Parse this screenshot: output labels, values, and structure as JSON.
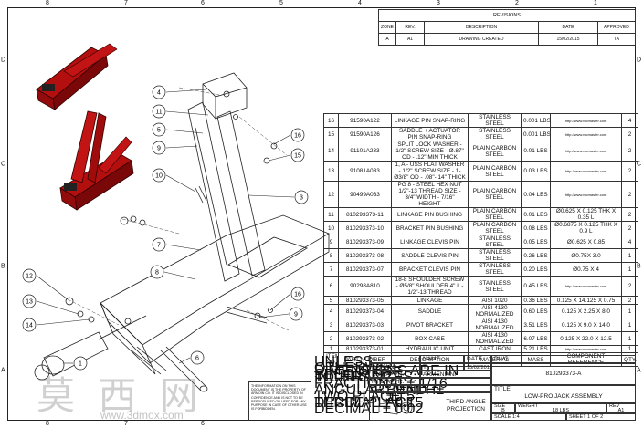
{
  "zones": {
    "top": [
      "8",
      "7",
      "6",
      "5",
      "4",
      "3",
      "2",
      "1"
    ],
    "side": [
      "D",
      "C",
      "B",
      "A"
    ]
  },
  "revisions": {
    "title": "REVISIONS",
    "headers": [
      "ZONE",
      "REV.",
      "DESCRIPTION",
      "DATE",
      "APPROVED"
    ],
    "row": [
      "A",
      "A1",
      "DRAWING CREATED",
      "15/02/2015",
      "TA"
    ]
  },
  "bom": [
    {
      "item": "16",
      "part": "91590A122",
      "desc": "LINKAGE PIN SNAP-RING",
      "mat": "STAINLESS STEEL",
      "mass": "0.001 LBS",
      "ref": "http://www.mcmaster.com",
      "qty": "4"
    },
    {
      "item": "15",
      "part": "91590A126",
      "desc": "SADDLE + ACTUATOR PIN SNAP-RING",
      "mat": "STAINLESS STEEL",
      "mass": "0.001 LBS",
      "ref": "http://www.mcmaster.com",
      "qty": "2"
    },
    {
      "item": "14",
      "part": "91101A233",
      "desc": "SPLIT LOCK WASHER - 1/2\" SCREW SIZE - Ø.87\" OD - .12\" MIN THICK",
      "mat": "PLAIN CARBON STEEL",
      "mass": "0.01 LBS",
      "ref": "http://www.mcmaster.com",
      "qty": "2"
    },
    {
      "item": "13",
      "part": "91081A033",
      "desc": "1, A - USS FLAT WASHER - 1/2\" SCREW SIZE - 1-Ø3/8\" OD - .08\"-.14\" THICK",
      "mat": "PLAIN CARBON STEEL",
      "mass": "0.03 LBS",
      "ref": "http://www.mcmaster.com",
      "qty": "2"
    },
    {
      "item": "12",
      "part": "90499A033",
      "desc": "PG 8 - STEEL HEX NUT 1/2\"-13 THREAD SIZE - 3/4\" WIDTH - 7/16\" HEIGHT",
      "mat": "PLAIN CARBON STEEL",
      "mass": "0.04 LBS",
      "ref": "http://www.mcmaster.com",
      "qty": "2"
    },
    {
      "item": "11",
      "part": "810293373-11",
      "desc": "LINKAGE PIN BUSHING",
      "mat": "PLAIN CARBON STEEL",
      "mass": "0.01 LBS",
      "ref": "Ø0.625 X 0.125 THK X 0.35 L",
      "qty": "2"
    },
    {
      "item": "10",
      "part": "810293373-10",
      "desc": "BRACKET PIN BUSHING",
      "mat": "PLAIN CARBON STEEL",
      "mass": "0.08 LBS",
      "ref": "Ø0.6875 X 0.125 THK X 0.9 L",
      "qty": "2"
    },
    {
      "item": "9",
      "part": "810293373-09",
      "desc": "LINKAGE CLEVIS PIN",
      "mat": "STAINLESS STEEL",
      "mass": "0.05 LBS",
      "ref": "Ø0.625 X 0.85",
      "qty": "4"
    },
    {
      "item": "8",
      "part": "810293373-08",
      "desc": "SADDLE CLEVIS PIN",
      "mat": "STAINLESS STEEL",
      "mass": "0.26 LBS",
      "ref": "Ø0.75X 3.0",
      "qty": "1"
    },
    {
      "item": "7",
      "part": "810293373-07",
      "desc": "BRACKET CLEVIS PIN",
      "mat": "STAINLESS STEEL",
      "mass": "0.20 LBS",
      "ref": "Ø0.75 X 4",
      "qty": "1"
    },
    {
      "item": "6",
      "part": "90298A810",
      "desc": "18-8 SHOULDER SCREW - Ø5/8\" SHOULDER 4\" L - 1/2\"-13 THREAD",
      "mat": "STAINLESS STEEL",
      "mass": "0.45 LBS",
      "ref": "http://www.mcmaster.com",
      "qty": "2"
    },
    {
      "item": "5",
      "part": "810293373-05",
      "desc": "LINKAGE",
      "mat": "AISI 1020",
      "mass": "0.36 LBS",
      "ref": "0.125 X 14.125 X 0.75",
      "qty": "2"
    },
    {
      "item": "4",
      "part": "810293373-04",
      "desc": "SADDLE",
      "mat": "AISI 4130 NORMALIZED",
      "mass": "0.60 LBS",
      "ref": "0.125 X 2.25 X 8.0",
      "qty": "1"
    },
    {
      "item": "3",
      "part": "810293373-03",
      "desc": "PIVOT BRACKET",
      "mat": "AISI 4130 NORMALIZED",
      "mass": "3.51 LBS",
      "ref": "0.125 X 9.0 X 14.0",
      "qty": "1"
    },
    {
      "item": "2",
      "part": "810293373-02",
      "desc": "BOX CASE",
      "mat": "AISI 4130 NORMALIZED",
      "mass": "6.07 LBS",
      "ref": "0.125 X 22.0 X 12.5",
      "qty": "1"
    },
    {
      "item": "1",
      "part": "810293373-01",
      "desc": "HYDRAULIC UNIT",
      "mat": "CAST IRON",
      "mass": "5.21 LBS",
      "ref": "http://www.mcmaster.com",
      "qty": "1"
    }
  ],
  "bom_headers": {
    "item": "ITEM NO.",
    "part": "PART NUMBER",
    "desc": "DESCRIPTION",
    "mat": "MATERIAL",
    "mass": "MASS",
    "ref": "COMPONENT REFERENCE",
    "qty": "QTY."
  },
  "tolerance": {
    "l1": "UNLESS OTHERWISE SPECIFIED",
    "l2": "DIMENSIONS ARE IN INCHES",
    "l3": "TOLERANCES:",
    "l4": "FRACTIONAL± 1/16",
    "l5": "ANGULAR: MACH±",
    "l5b": "BEND ±0.5°",
    "l6": "TWO PLACE DECIMAL   ± 0.15",
    "l7": "THREE PLACE DECIMAL  ± 0.02"
  },
  "proprietary": "THE INFORMATION ON THIS DOCUMENT IS THE PROPERTY OF ARMOIN CO. IT IS DISCLOSED IN CONFIDENCE AND IS NOT TO BE REPRODUCED OR USED FOR ANY PURPOSE IN CASE OF OTHER USE IS FORBIDDEN.",
  "titleblock": {
    "name_h": "NAME",
    "date_h": "DATE",
    "dwg_h": "DWG",
    "drawn": "DRAWN",
    "drawn_name": "T. ARMENIANI",
    "drawn_date": "15/02/2015",
    "eng": "ENG APPR.",
    "mfg": "MFG APPR.",
    "qa": "Q.A.",
    "dwg_no": "810293373-A",
    "title_h": "TITLE",
    "title": "LOW-PRO JACK ASSEMBLY",
    "proj": "THIRD ANGLE PROJECTION",
    "size_h": "SIZE",
    "size": "B",
    "weight_h": "WEIGHT",
    "weight": "18 LBS",
    "rev_h": "REV",
    "rev": "A1",
    "scale": "SCALE 1:4",
    "sheet": "SHEET 1 OF 2"
  },
  "balloons": [
    "4",
    "11",
    "5",
    "9",
    "16",
    "15",
    "3",
    "10",
    "7",
    "12",
    "13",
    "14",
    "8",
    "16",
    "9",
    "1",
    "6"
  ],
  "watermark": "莫 西 网",
  "watermark_url": "www.3dmox.com"
}
